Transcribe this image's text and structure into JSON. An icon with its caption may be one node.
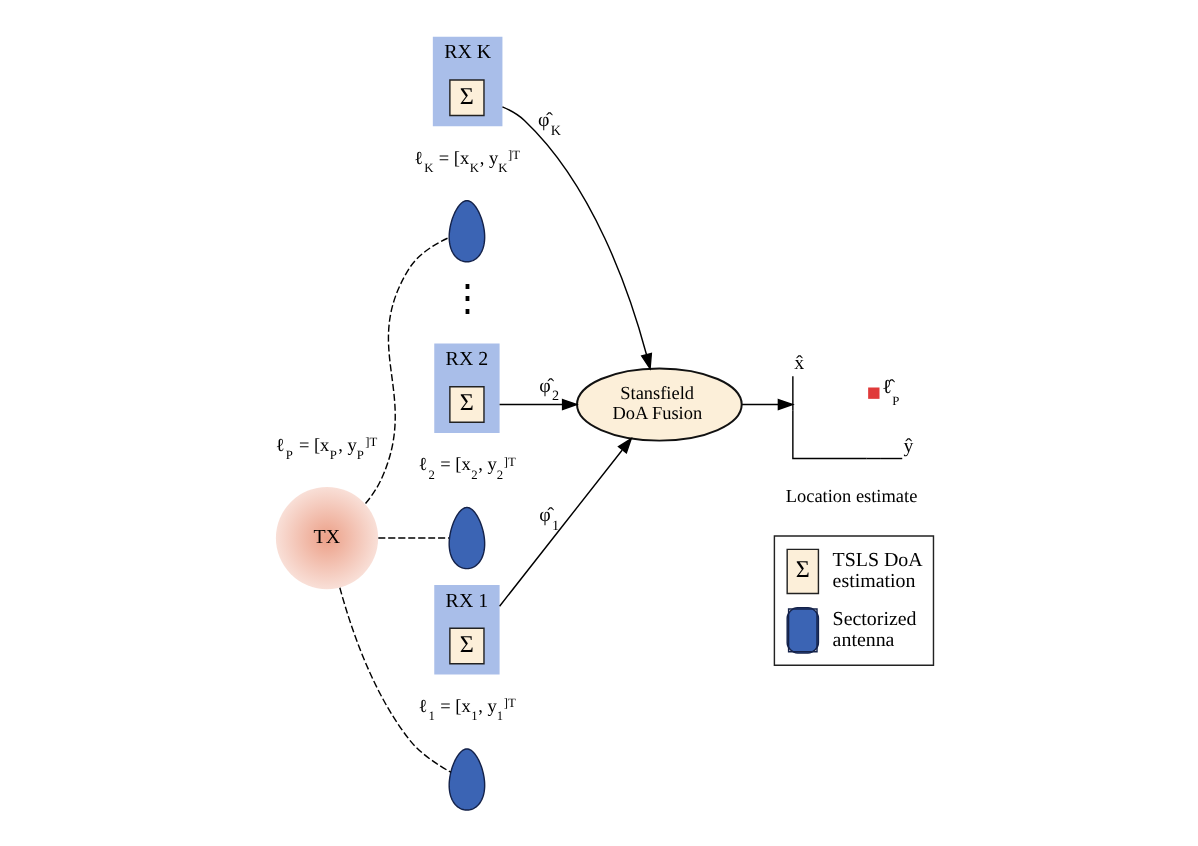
{
  "diagram": {
    "nodes": [
      {
        "text": [
          "TX"
        ],
        "beside": [
          "ℓ$_{P}$ = [x$_{P}$, y$_{P}$]$^{T}$"
        ]
      },
      {
        "text": [],
        "shape": "picture"
      },
      {
        "text": [
          "RX K"
        ],
        "beside": [
          "ℓ$_{K}$ = [x$_{K}$, y$_{K}$]$^{T}$"
        ]
      },
      {
        "text": [
          "Σ"
        ],
        "in": 2
      },
      {
        "text": [
          "x̂",
          "ℓ̂$_{P}$",
          "ŷ"
        ],
        "beside": [
          "Location estimate"
        ]
      },
      {
        "text": [],
        "shape": "picture"
      },
      {
        "text": [
          "RX 2"
        ],
        "beside": [
          "ℓ$_{2}$ = [x$_{2}$, y$_{2}$]$^{T}$"
        ]
      },
      {
        "text": [
          "Σ"
        ],
        "in": 6
      },
      {
        "text": [],
        "shape": "picture"
      },
      {
        "text": [
          "RX 1"
        ],
        "beside": [
          "ℓ$_{1}$ = [x$_{1}$, y$_{1}$]$^{T}$"
        ]
      },
      {
        "text": [
          "Σ"
        ],
        "in": 9
      },
      {
        "text": [
          "Stansfield DoA Fusion"
        ]
      }
    ],
    "edges": [
      {
        "from": 0,
        "to": 1,
        "arrow": "none",
        "style": "dashed"
      },
      {
        "from": 0,
        "to": 5,
        "arrow": "none",
        "style": "dashed"
      },
      {
        "from": 0,
        "to": 8,
        "arrow": "none",
        "style": "dashed"
      },
      {
        "from": 2,
        "to": 11,
        "arrow": "to",
        "label": "φ̂$_{K}$"
      },
      {
        "from": 6,
        "to": 11,
        "arrow": "to",
        "label": "φ̂$_{2}$"
      },
      {
        "from": 9,
        "to": 11,
        "arrow": "to",
        "label": "φ̂$_{1}$"
      },
      {
        "from": 11,
        "to": 4,
        "arrow": "to"
      }
    ],
    "labels": [
      "Σ",
      "⋮"
    ],
    "legend": [
      {
        "text": "TSLS DoA estimation"
      },
      {
        "text": "Sectorized antenna"
      }
    ]
  }
}
